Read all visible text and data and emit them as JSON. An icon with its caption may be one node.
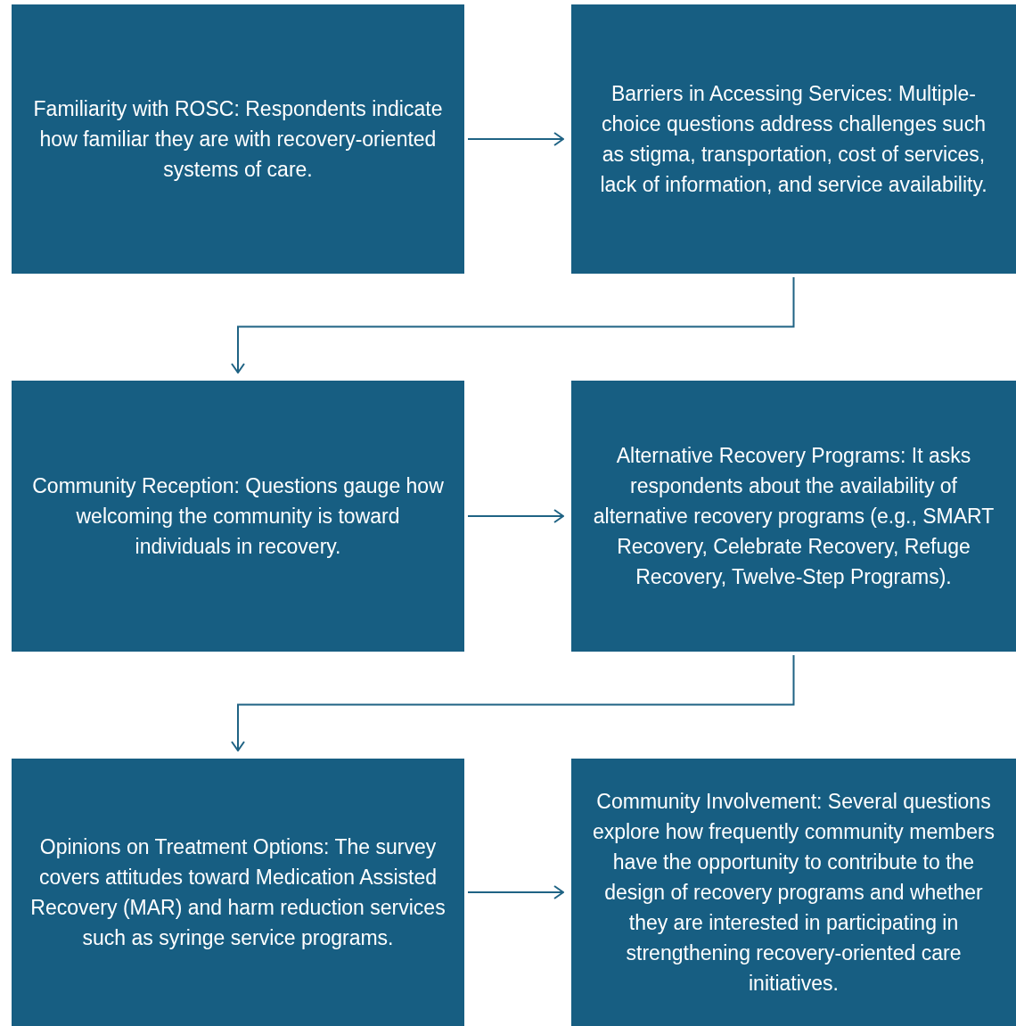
{
  "diagram": {
    "nodes": [
      {
        "text": [
          "Familiarity with ROSC: Respondents indicate how familiar they are with recovery-oriented systems of care."
        ]
      },
      {
        "text": [
          "Barriers in Accessing Services: Multiple-choice questions address challenges such as stigma, transportation, cost of services, lack of information, and service availability."
        ]
      },
      {
        "text": [
          "Community Reception: Questions gauge how welcoming the community is toward individuals in recovery."
        ]
      },
      {
        "text": [
          "Alternative Recovery Programs: It asks respondents about the availability of alternative recovery programs (e.g., SMART Recovery, Celebrate Recovery, Refuge Recovery, Twelve-Step Programs)."
        ]
      },
      {
        "text": [
          "Opinions on Treatment Options: The survey covers attitudes toward Medication Assisted Recovery (MAR) and harm reduction services such as syringe service programs."
        ]
      },
      {
        "text": [
          "Community Involvement: Several questions explore how frequently community members have the opportunity to contribute to the design of recovery programs and whether they are interested in participating in strengthening recovery-oriented care initiatives."
        ]
      }
    ],
    "edges": [
      {
        "from": 0,
        "to": 1,
        "arrow": "to"
      },
      {
        "from": 1,
        "to": 2,
        "arrow": "to"
      },
      {
        "from": 2,
        "to": 3,
        "arrow": "to"
      },
      {
        "from": 3,
        "to": 4,
        "arrow": "to"
      },
      {
        "from": 4,
        "to": 5,
        "arrow": "to"
      }
    ]
  }
}
